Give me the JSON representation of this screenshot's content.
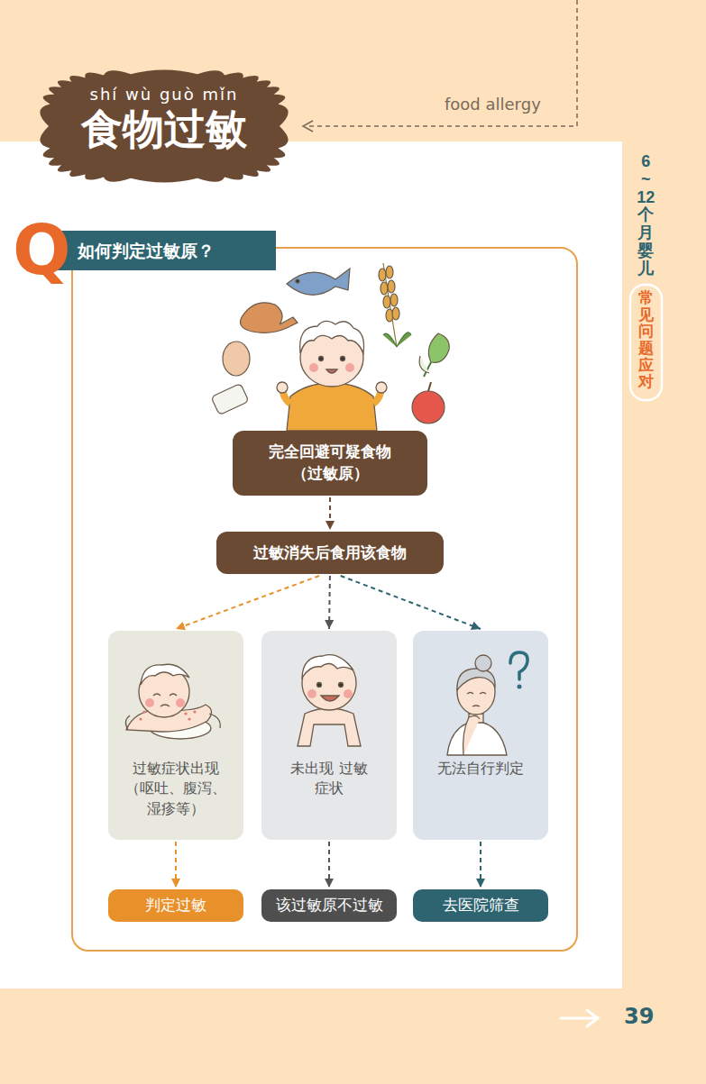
{
  "diagram": {
    "title": "食物过敏",
    "nodes": [
      {
        "text": [
          "如何判定过敏原？"
        ]
      },
      {
        "text": [
          "完全回避可疑食物 （过敏原）"
        ]
      },
      {
        "text": [
          "过敏消失后食用该食物"
        ]
      },
      {
        "text": [
          "过敏症状出现 （呕吐、腹泻、 湿疹等）"
        ]
      },
      {
        "text": [
          "未出现 过敏症状"
        ]
      },
      {
        "text": [
          "无法自行判定"
        ]
      },
      {
        "text": [
          "判定过敏"
        ]
      },
      {
        "text": [
          "该过敏原不过敏"
        ]
      },
      {
        "text": [
          "去医院筛查"
        ]
      }
    ],
    "edges": [
      {
        "from": 1,
        "to": 2,
        "arrow": "to"
      },
      {
        "from": 2,
        "to": 3,
        "arrow": "to"
      },
      {
        "from": 2,
        "to": 4,
        "arrow": "to"
      },
      {
        "from": 2,
        "to": 5,
        "arrow": "to"
      },
      {
        "from": 3,
        "to": 6,
        "arrow": "to"
      },
      {
        "from": 4,
        "to": 7,
        "arrow": "to"
      },
      {
        "from": 5,
        "to": 8,
        "arrow": "to"
      }
    ],
    "labels": [
      "shí wù guò mǐn",
      "food allergy",
      "Q",
      "6~12个月婴儿",
      "常见问题应对",
      "39"
    ]
  }
}
